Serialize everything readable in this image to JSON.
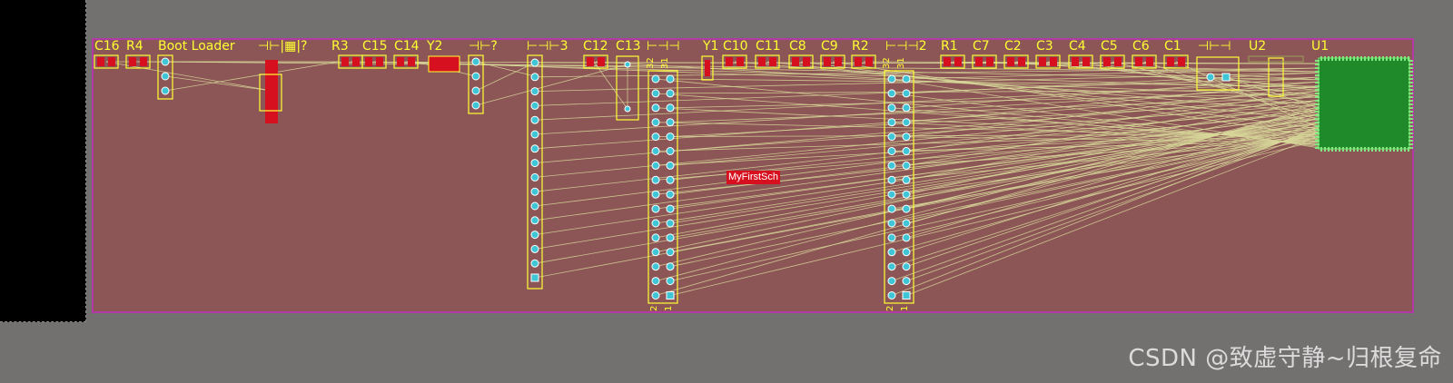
{
  "board": {
    "sheet_name": "MyFirstSch"
  },
  "components": {
    "top_labels": [
      "C16",
      "R4",
      "Boot Loader",
      "⊣⊢|▦|?",
      "R3",
      "C15",
      "C14",
      "Y2",
      "⊣⊢?",
      "⊢⊣⊢3",
      "C12",
      "C13",
      "⊢⊣⊣",
      "Y1",
      "C10",
      "C11",
      "C8",
      "C9",
      "R2",
      "⊢⊣⊣2",
      "R1",
      "C7",
      "C2",
      "C3",
      "C4",
      "C5",
      "C6",
      "C1",
      "⊣⊢⊣",
      "U2",
      "U1"
    ],
    "connector_pins": {
      "header_a_top_left": "32",
      "header_a_top_right": "31",
      "header_a_bottom_left": "2",
      "header_a_bottom_right": "1",
      "header_b_top_left": "32",
      "header_b_top_right": "31",
      "header_b_bottom_left": "2",
      "header_b_bottom_right": "1"
    }
  },
  "watermark": {
    "text": "CSDN @致虚守静~归根复命"
  },
  "colors": {
    "workspace": "#737170",
    "board_fill": "#8c5656",
    "board_outline": "#b33aa6",
    "silkscreen": "#ffff33",
    "pad": "#d7101f",
    "ratsnest": "#d8d89a",
    "via_ring": "#3ec6d6",
    "chip_fill": "#1f8a2a"
  }
}
